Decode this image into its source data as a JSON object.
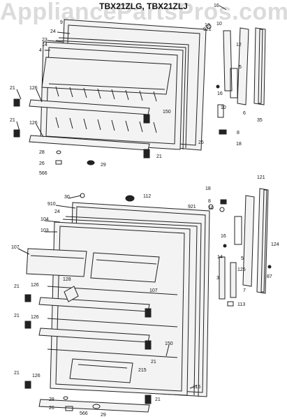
{
  "watermark": "AppliancePartsPros.com",
  "title": "TBX21ZLG, TBX21ZLJ",
  "colors": {
    "ink": "#222222",
    "watermark": "#bebebe",
    "panel": "#f3f3f3"
  },
  "top_labels": [
    "16",
    "9",
    "13",
    "10",
    "24",
    "921",
    "12",
    "23",
    "14",
    "4",
    "5",
    "16",
    "21",
    "126",
    "150",
    "10",
    "6",
    "35",
    "8",
    "25",
    "18",
    "21",
    "126",
    "28",
    "21",
    "26",
    "29",
    "566"
  ],
  "bottom_labels": [
    "30",
    "112",
    "910",
    "24",
    "921",
    "18",
    "8",
    "10",
    "121",
    "104",
    "103",
    "107",
    "16",
    "14",
    "125",
    "124",
    "5",
    "3",
    "87",
    "7",
    "128",
    "107",
    "21",
    "126",
    "113",
    "21",
    "126",
    "150",
    "21",
    "215",
    "21",
    "126",
    "115",
    "21",
    "26",
    "566",
    "29",
    "28"
  ]
}
